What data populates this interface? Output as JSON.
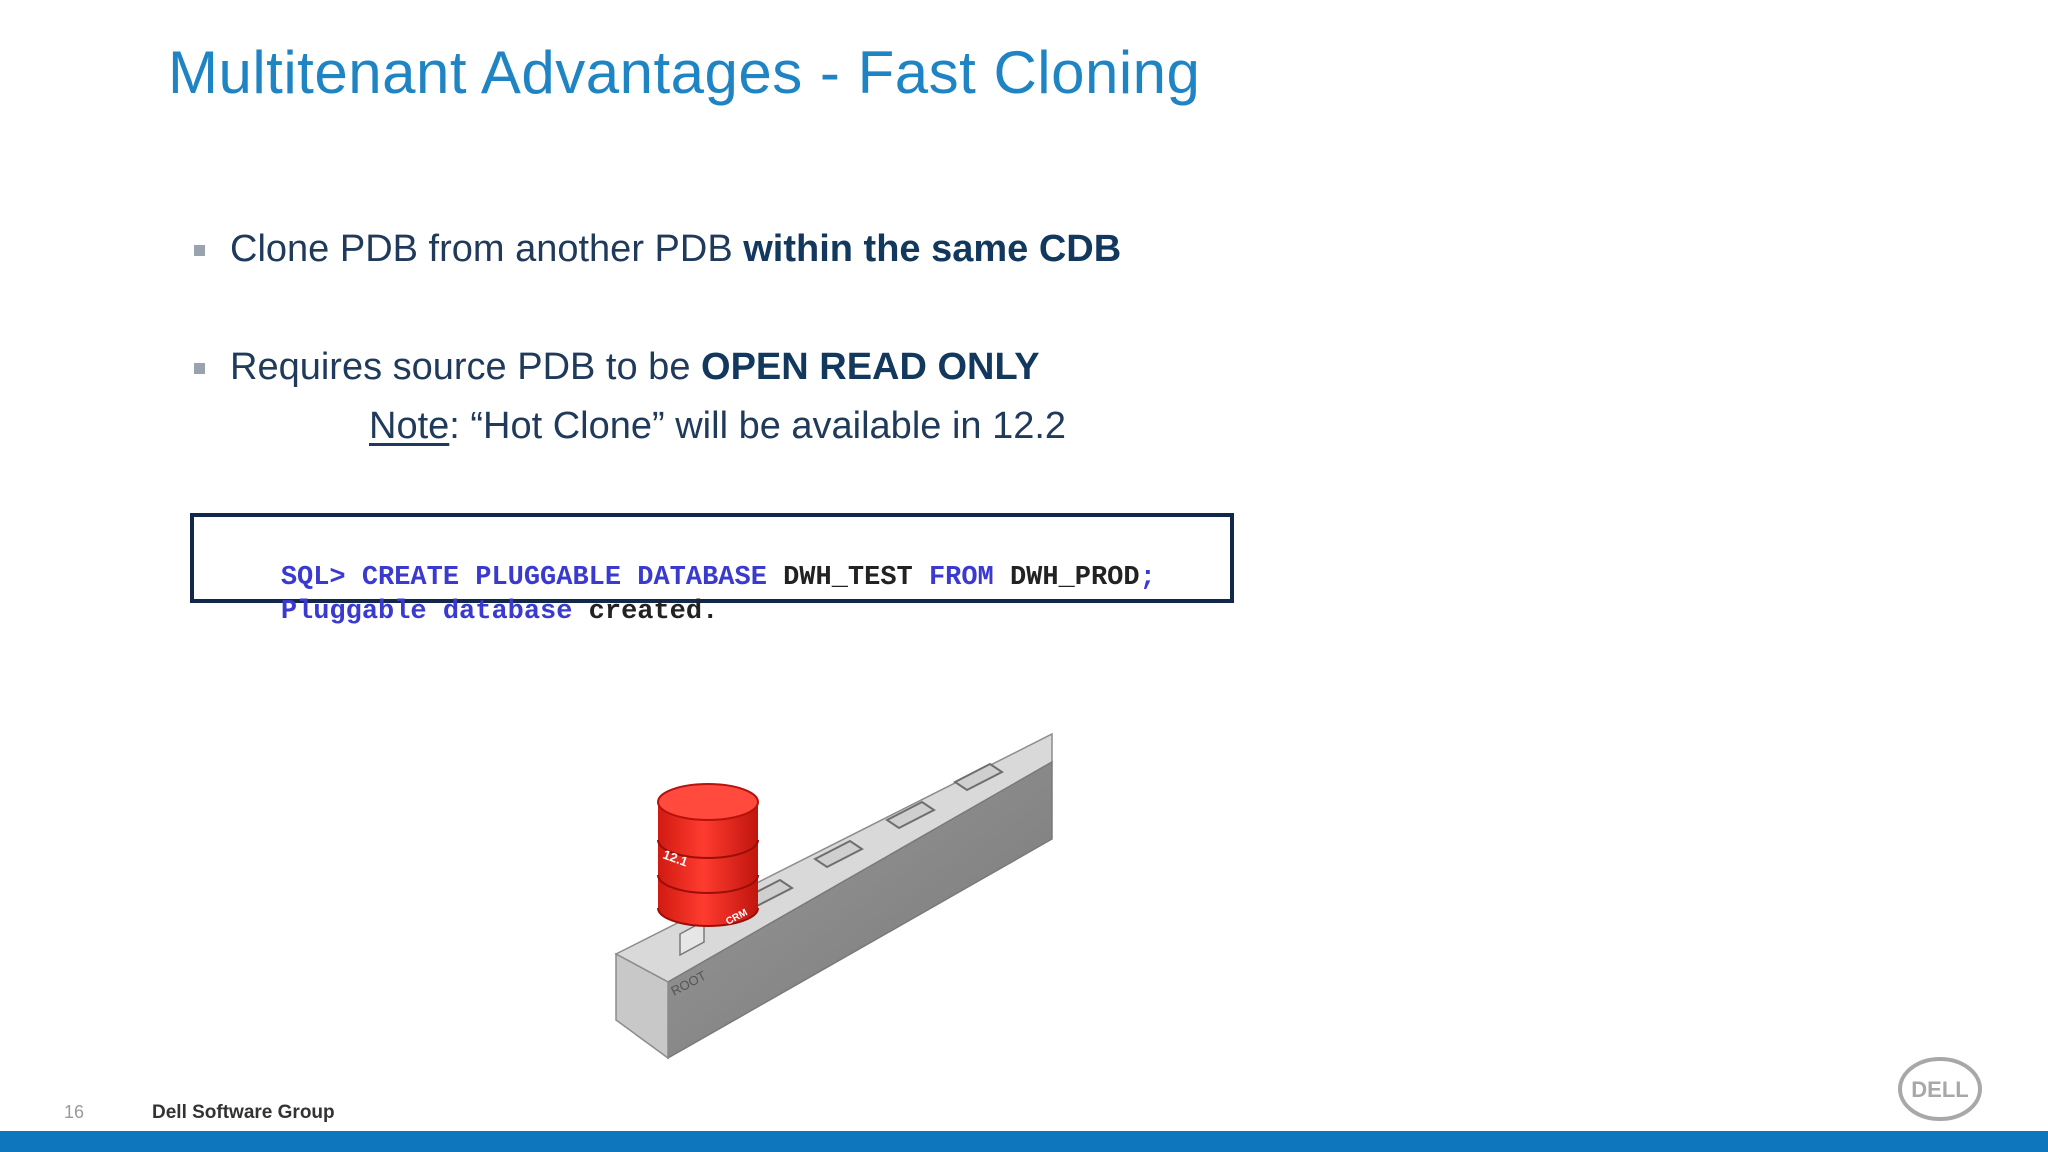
{
  "slide": {
    "title": "Multitenant Advantages - Fast Cloning"
  },
  "bullets": [
    {
      "text": "Clone PDB from another PDB ",
      "bold": "within the same CDB"
    },
    {
      "text": "Requires source PDB to be ",
      "bold": "OPEN READ ONLY"
    }
  ],
  "note": {
    "label": "Note",
    "text": ": “Hot Clone” will be available in 12.2"
  },
  "sql": {
    "line1": [
      {
        "t": "SQL> CREATE PLUGGABLE DATABASE ",
        "kind": "kw"
      },
      {
        "t": "DWH_TEST ",
        "kind": "ob"
      },
      {
        "t": "FROM ",
        "kind": "kw"
      },
      {
        "t": "DWH_PROD",
        "kind": "ob"
      },
      {
        "t": ";",
        "kind": "kw"
      }
    ],
    "line2": [
      {
        "t": "Pluggable database ",
        "kind": "kw"
      },
      {
        "t": "created.",
        "kind": "ob"
      }
    ]
  },
  "illustration": {
    "cylinder_labels": [
      "12.1",
      "CRM"
    ],
    "base_label": "ROOT",
    "cylinder_color": "#e8231a",
    "base_color": "#b8b8b8"
  },
  "footer": {
    "page_number": "16",
    "company": "Dell Software Group",
    "logo_text": "DELL",
    "bar_color": "#0d76bd"
  }
}
